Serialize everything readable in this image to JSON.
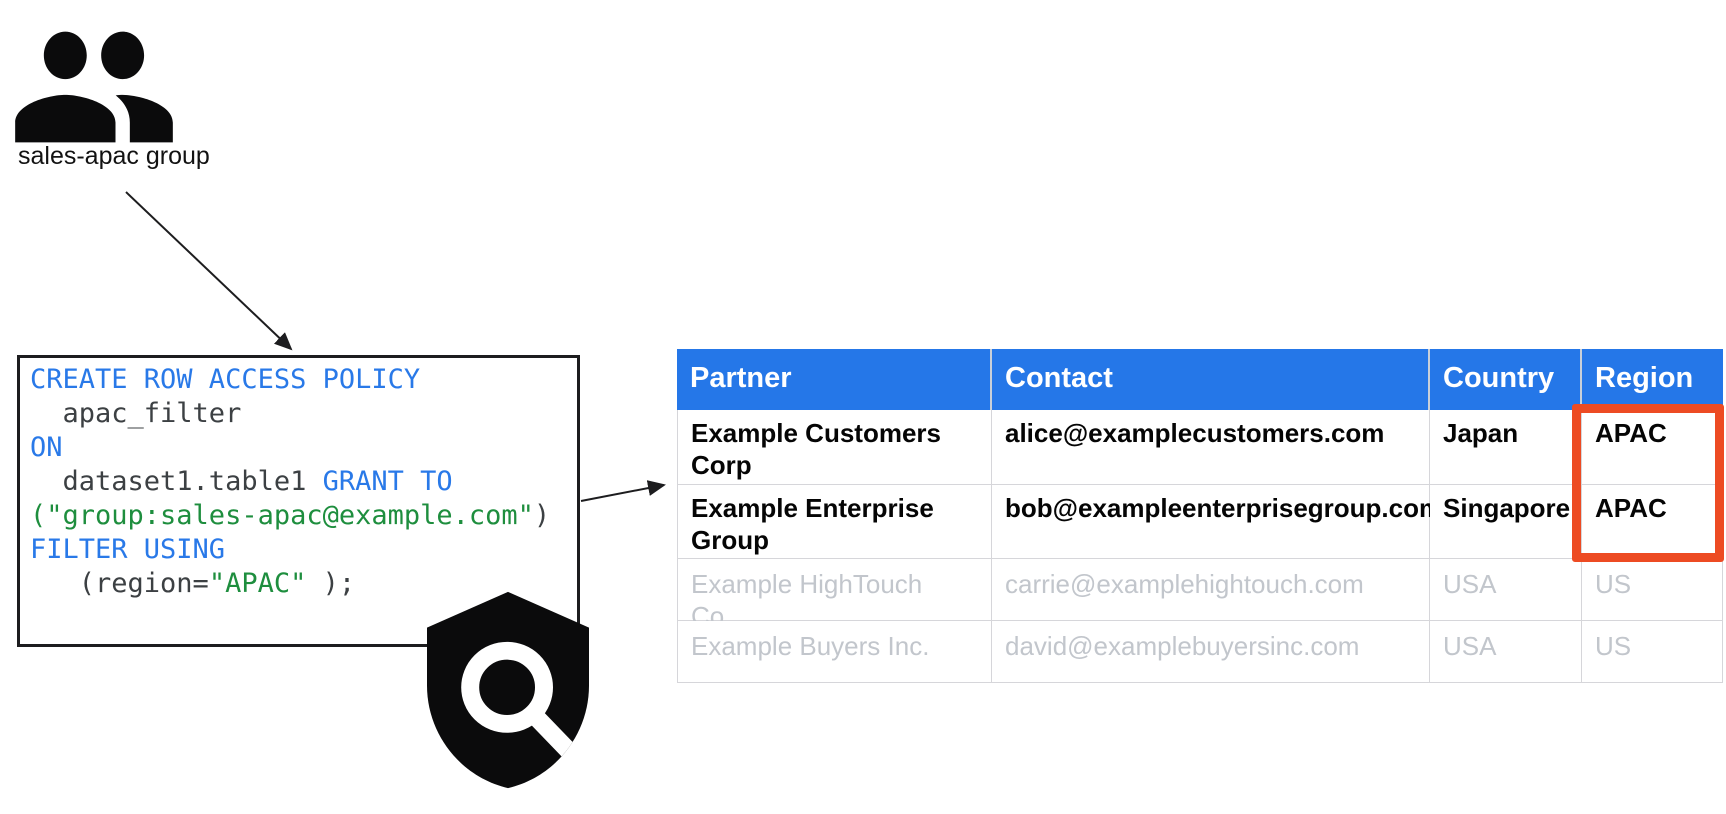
{
  "group": {
    "label": "sales-apac group",
    "icon": "people-group-icon"
  },
  "code_lines": [
    [
      {
        "text": "CREATE ROW ACCESS POLICY",
        "role": "keyword"
      }
    ],
    [
      {
        "text": "  apac_filter",
        "role": "plain"
      }
    ],
    [
      {
        "text": "ON",
        "role": "keyword"
      }
    ],
    [
      {
        "text": "  dataset1.table1 ",
        "role": "plain"
      },
      {
        "text": "GRANT TO",
        "role": "keyword"
      }
    ],
    [
      {
        "text": "(\"group:sales-apac@example.com\"",
        "role": "string"
      },
      {
        "text": ")",
        "role": "plain"
      }
    ],
    [
      {
        "text": "FILTER USING",
        "role": "keyword"
      }
    ],
    [
      {
        "text": "   (region=",
        "role": "plain"
      },
      {
        "text": "\"APAC\"",
        "role": "string"
      },
      {
        "text": " );",
        "role": "plain"
      }
    ]
  ],
  "shield": {
    "icon": "shield-magnifier-policy-icon"
  },
  "table": {
    "headers": [
      "Partner",
      "Contact",
      "Country",
      "Region"
    ],
    "rows": [
      {
        "partner": "Example Customers Corp",
        "contact": "alice@examplecustomers.com",
        "country": "Japan",
        "region": "APAC",
        "state": "visible"
      },
      {
        "partner": "Example Enterprise Group",
        "contact": "bob@exampleenterprisegroup.com",
        "country": "Singapore",
        "region": "APAC",
        "state": "visible"
      },
      {
        "partner": "Example HighTouch Co.",
        "contact": "carrie@examplehightouch.com",
        "country": "USA",
        "region": "US",
        "state": "filtered"
      },
      {
        "partner": "Example Buyers Inc.",
        "contact": "david@examplebuyersinc.com",
        "country": "USA",
        "region": "US",
        "state": "filtered"
      }
    ]
  },
  "highlight": {
    "target": "Region column rows 1-2 (APAC)"
  },
  "colors": {
    "header-blue": "#2577E8",
    "keyword-blue": "#2979E8",
    "string-green": "#1E8E3E",
    "code-plain": "#3C4043",
    "muted-gray": "#C2C6CC",
    "highlight-red": "#ED4B23",
    "table-border": "#D6D6DA",
    "icon-black": "#0B0B0C"
  }
}
